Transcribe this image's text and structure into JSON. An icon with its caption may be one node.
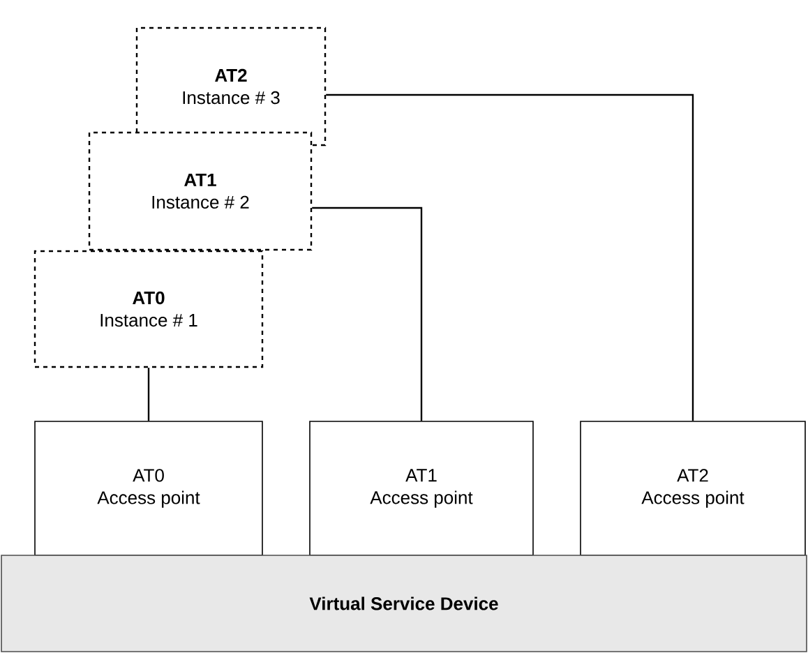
{
  "diagram": {
    "nodes": [
      {
        "text": [
          "AT2",
          "Instance # 3"
        ]
      },
      {
        "text": [
          "AT1",
          "Instance # 2"
        ]
      },
      {
        "text": [
          "AT0",
          "Instance # 1"
        ]
      },
      {
        "text": [
          "AT0",
          "Access point"
        ]
      },
      {
        "text": [
          "AT1",
          "Access point"
        ]
      },
      {
        "text": [
          "AT2",
          "Access point"
        ]
      },
      {
        "text": [
          "Virtual Service Device"
        ]
      }
    ],
    "edges": [
      {
        "from": 2,
        "to": 3,
        "arrow": "none"
      },
      {
        "from": 1,
        "to": 4,
        "arrow": "none"
      },
      {
        "from": 0,
        "to": 5,
        "arrow": "none"
      }
    ]
  }
}
